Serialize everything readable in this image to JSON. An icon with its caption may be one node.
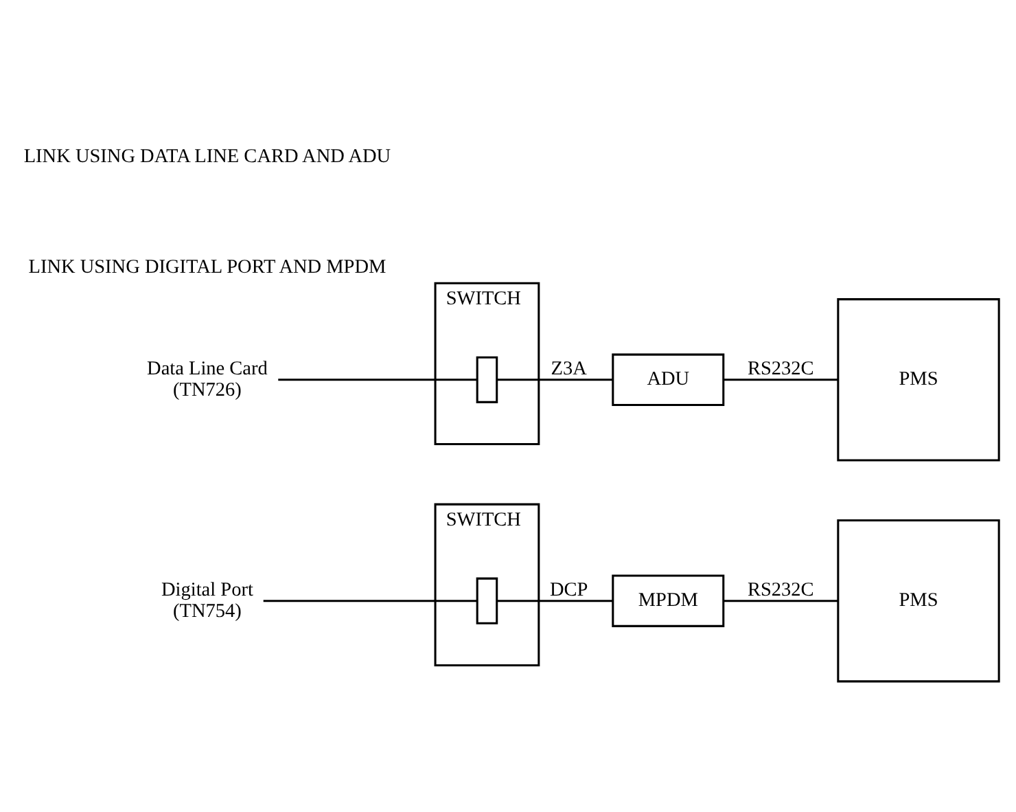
{
  "diagram": {
    "nodes": [
      {
        "text": [
          "SWITCH"
        ]
      },
      {
        "text": [],
        "shape": "box",
        "in": 0
      },
      {
        "text": [
          "Digital Port",
          "(TN754)"
        ]
      },
      {
        "text": [
          "MPDM"
        ]
      },
      {
        "text": [
          "PMS"
        ]
      },
      {
        "text": [
          "SWITCH"
        ]
      },
      {
        "text": [],
        "shape": "box",
        "in": 5
      },
      {
        "text": [
          "Data Line Card",
          "(TN726)"
        ]
      },
      {
        "text": [
          "ADU"
        ]
      },
      {
        "text": [
          "PMS"
        ]
      }
    ],
    "edges": [
      {
        "from": 2,
        "to": 1,
        "arrow": "none"
      },
      {
        "from": 1,
        "to": 3,
        "arrow": "none",
        "label": "DCP"
      },
      {
        "from": 3,
        "to": 4,
        "arrow": "none",
        "label": "RS232C"
      },
      {
        "from": 7,
        "to": 6,
        "arrow": "none"
      },
      {
        "from": 6,
        "to": 8,
        "arrow": "none",
        "label": "Z3A"
      },
      {
        "from": 8,
        "to": 9,
        "arrow": "none",
        "label": "RS232C"
      }
    ],
    "labels": [
      "LINK USING DIGITAL PORT AND MPDM",
      "LINK USING DATA LINE CARD AND ADU"
    ]
  }
}
